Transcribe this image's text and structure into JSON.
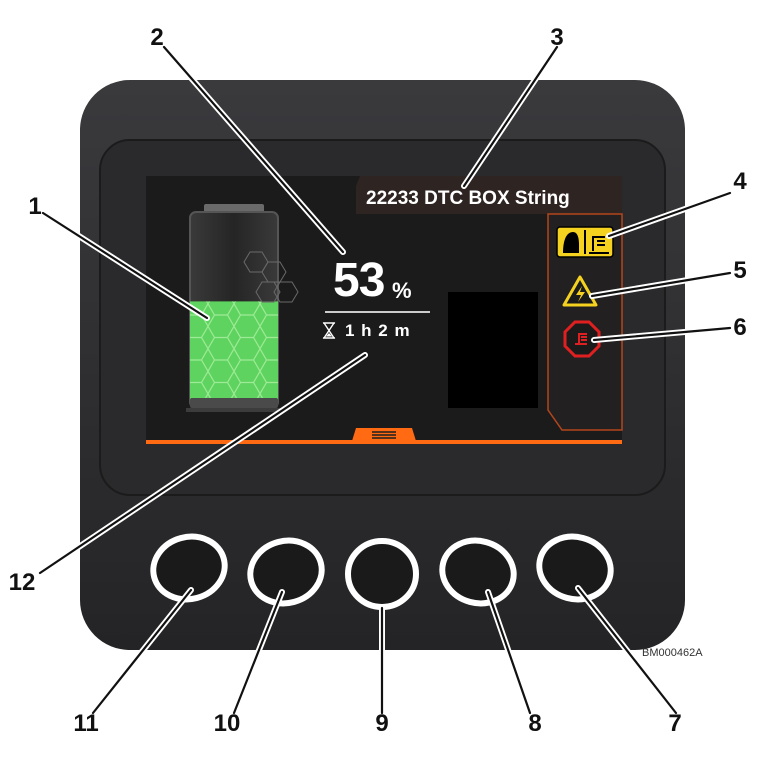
{
  "display": {
    "charge_percent": "53",
    "percent_unit": "%",
    "time_remaining": "1 h 2 m",
    "dtc_message": "22233 DTC BOX String",
    "battery_fill_fraction": 0.53
  },
  "indicators": [
    {
      "icon": "seat-belt-warning-icon",
      "color": "#f4d21f"
    },
    {
      "icon": "electrical-warning-icon",
      "color": "#f4d21f"
    },
    {
      "icon": "stop-fault-icon",
      "color": "#e02020"
    }
  ],
  "buttons_count": 5,
  "callouts": [
    "1",
    "2",
    "3",
    "4",
    "5",
    "6",
    "7",
    "8",
    "9",
    "10",
    "11",
    "12"
  ],
  "figure_code": "BM000462A",
  "colors": {
    "bezel": "#2b2b2d",
    "screen": "#1d1d1f",
    "accent_orange": "#ff6a13",
    "battery_green": "#5fd35f",
    "warning_yellow": "#f4d21f",
    "fault_red": "#e02020"
  }
}
